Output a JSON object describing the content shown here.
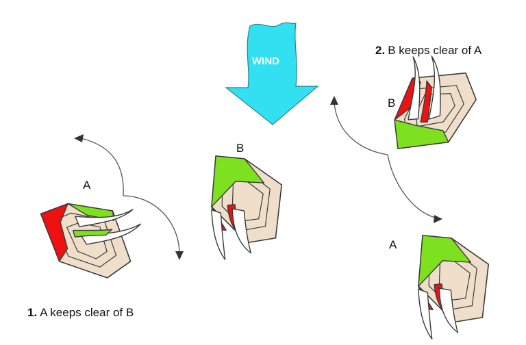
{
  "wind": {
    "label": "WIND",
    "color": "#33e0f2"
  },
  "colors": {
    "red_sail": "#ee1111",
    "green_sail": "#7ee11f",
    "hull": "#efdfca"
  },
  "captions": [
    {
      "number": "1.",
      "text": "A keeps clear of B"
    },
    {
      "number": "2.",
      "text": "B keeps clear of A"
    }
  ],
  "boats": {
    "left_a": "A",
    "center_b": "B",
    "right_top_b": "B",
    "right_bottom_a": "A"
  }
}
